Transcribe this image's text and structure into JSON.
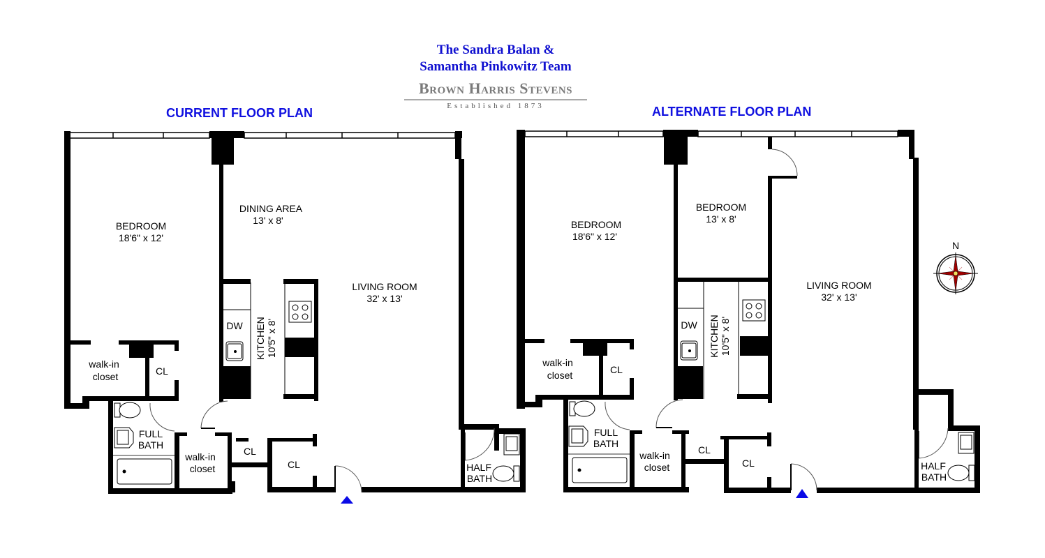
{
  "header": {
    "team_line1": "The Sandra Balan &",
    "team_line2": "Samantha Pinkowitz Team",
    "brand": "Brown Harris Stevens",
    "established": "Established 1873",
    "team_color": "#1010d0"
  },
  "plans": [
    {
      "title": "CURRENT FLOOR PLAN",
      "rooms": {
        "bedroom": {
          "name": "BEDROOM",
          "dims": "18'6\" x 12'"
        },
        "dining": {
          "name": "DINING AREA",
          "dims": "13' x 8'"
        },
        "living": {
          "name": "LIVING ROOM",
          "dims": "32' x 13'"
        },
        "kitchen": {
          "name": "KITCHEN",
          "dims": "10'5\" x 8'"
        },
        "dw": "DW",
        "walkin1_a": "walk-in",
        "walkin1_b": "closet",
        "cl1": "CL",
        "fullbath_a": "FULL",
        "fullbath_b": "BATH",
        "walkin2_a": "walk-in",
        "walkin2_b": "closet",
        "cl2": "CL",
        "cl3": "CL",
        "halfbath_a": "HALF",
        "halfbath_b": "BATH"
      }
    },
    {
      "title": "ALTERNATE FLOOR PLAN",
      "rooms": {
        "bedroom": {
          "name": "BEDROOM",
          "dims": "18'6\" x 12'"
        },
        "bedroom2": {
          "name": "BEDROOM",
          "dims": "13' x 8'"
        },
        "living": {
          "name": "LIVING ROOM",
          "dims": "32' x 13'"
        },
        "kitchen": {
          "name": "KITCHEN",
          "dims": "10'5\" x 8'"
        },
        "dw": "DW",
        "walkin1_a": "walk-in",
        "walkin1_b": "closet",
        "cl1": "CL",
        "fullbath_a": "FULL",
        "fullbath_b": "BATH",
        "walkin2_a": "walk-in",
        "walkin2_b": "closet",
        "cl2": "CL",
        "cl3": "CL",
        "halfbath_a": "HALF",
        "halfbath_b": "BATH"
      }
    }
  ],
  "compass": {
    "label": "N"
  },
  "entry_marker_color": "#0a0ae6"
}
